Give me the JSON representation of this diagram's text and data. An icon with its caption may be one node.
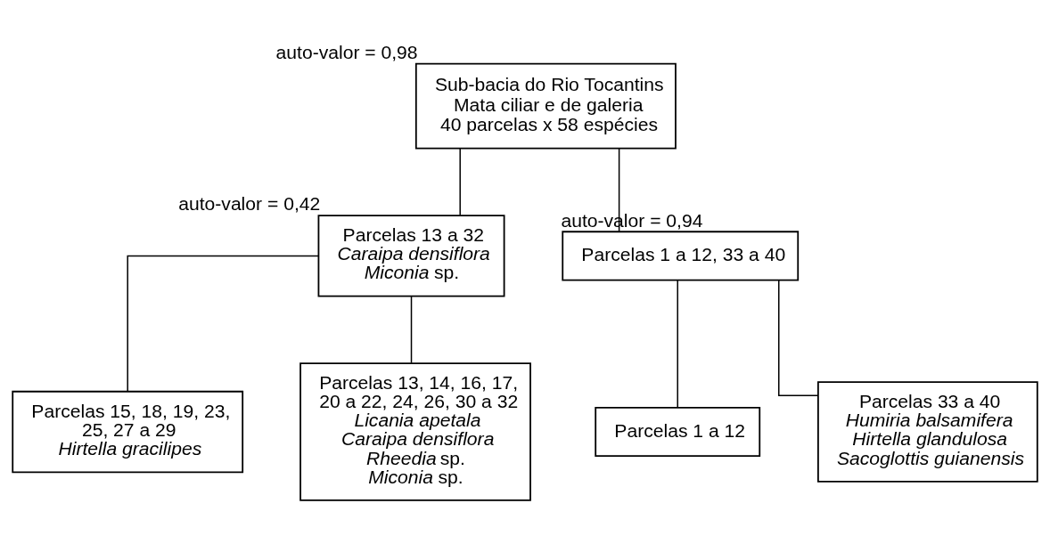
{
  "diagram": {
    "nodes": [
      {
        "text": [
          "Sub-bacia do Rio Tocantins",
          "Mata ciliar e de galeria",
          "40 parcelas x 58 espécies"
        ],
        "beside": [
          "auto-valor = 0,98"
        ]
      },
      {
        "text": [
          "Parcelas 13 a 32",
          "*Caraipa densiflora*",
          "*Miconia* sp."
        ],
        "beside": [
          "auto-valor = 0,42"
        ]
      },
      {
        "text": [
          "Parcelas 1 a 12, 33 a 40"
        ],
        "beside": [
          "auto-valor = 0,94"
        ]
      },
      {
        "text": [
          "Parcelas 15, 18, 19, 23, 25, 27 a 29",
          "*Hirtella gracilipes*"
        ]
      },
      {
        "text": [
          "Parcelas 13, 14, 16, 17, 20 a 22, 24, 26, 30 a 32",
          "*Licania apetala*",
          "*Caraipa densiflora*",
          "*Rheedia* sp.",
          "*Miconia* sp."
        ]
      },
      {
        "text": [
          "Parcelas 1 a 12"
        ]
      },
      {
        "text": [
          "Parcelas 33 a 40",
          "*Humiria balsamifera*",
          "*Hirtella glandulosa*",
          "*Sacoglottis guianensis*"
        ]
      }
    ],
    "edges": [
      {
        "from": 0,
        "to": 1,
        "arrow": "none"
      },
      {
        "from": 0,
        "to": 2,
        "arrow": "none"
      },
      {
        "from": 1,
        "to": 3,
        "arrow": "none"
      },
      {
        "from": 1,
        "to": 4,
        "arrow": "none"
      },
      {
        "from": 2,
        "to": 5,
        "arrow": "none"
      },
      {
        "from": 2,
        "to": 6,
        "arrow": "none"
      }
    ]
  }
}
